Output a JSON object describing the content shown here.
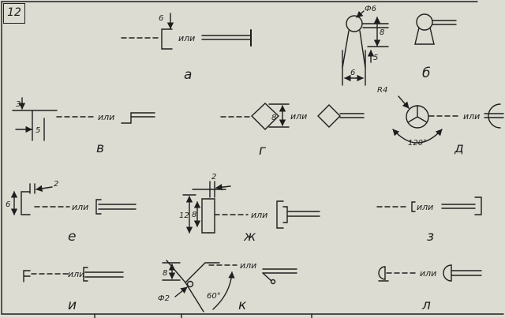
{
  "sheet": {
    "number": "12",
    "ink_color": "#1e1e1e",
    "paper_color": "#dcdcd2"
  },
  "connector_word": "или",
  "figures": [
    {
      "letter": "а",
      "dimensions": [
        "6"
      ]
    },
    {
      "letter": "б",
      "dimensions": [
        "Ф6",
        "8",
        "5",
        "6"
      ]
    },
    {
      "letter": "в",
      "dimensions": [
        "3",
        "5"
      ]
    },
    {
      "letter": "г",
      "dimensions": [
        "8"
      ]
    },
    {
      "letter": "д",
      "dimensions": [
        "R4",
        "120°"
      ]
    },
    {
      "letter": "е",
      "dimensions": [
        "2",
        "6"
      ]
    },
    {
      "letter": "ж",
      "dimensions": [
        "2",
        "12",
        "8"
      ]
    },
    {
      "letter": "з",
      "dimensions": []
    },
    {
      "letter": "и",
      "dimensions": []
    },
    {
      "letter": "к",
      "dimensions": [
        "8",
        "Ф2",
        "60°"
      ]
    },
    {
      "letter": "л",
      "dimensions": []
    }
  ]
}
